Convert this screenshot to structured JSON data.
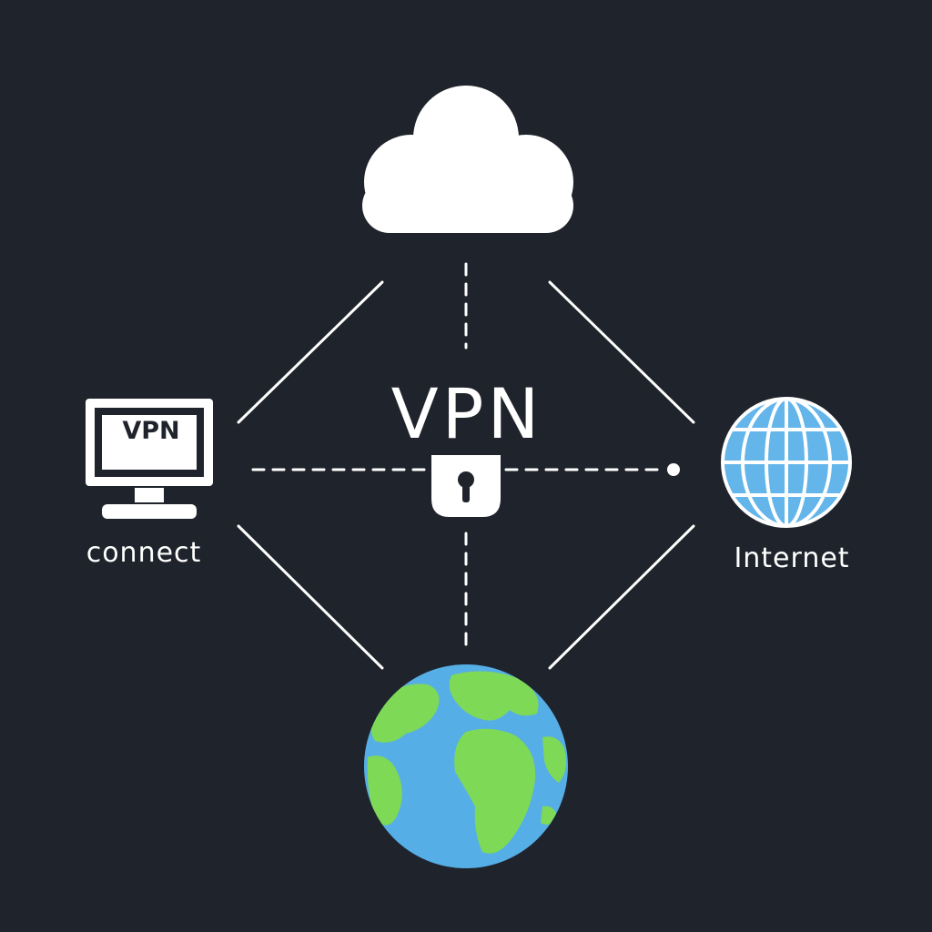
{
  "diagram": {
    "title": "VPN",
    "client": {
      "screen_text": "VPN",
      "label": "connect"
    },
    "internet": {
      "label": "Internet"
    },
    "icons": {
      "cloud": "cloud-icon",
      "monitor": "monitor-icon",
      "lock": "padlock-icon",
      "globe_grid": "globe-grid-icon",
      "earth": "earth-icon"
    },
    "colors": {
      "background": "#1f232b",
      "foreground": "#ffffff",
      "ocean": "#56aee6",
      "land": "#7ed957",
      "grid_globe": "#63b5ea"
    }
  }
}
